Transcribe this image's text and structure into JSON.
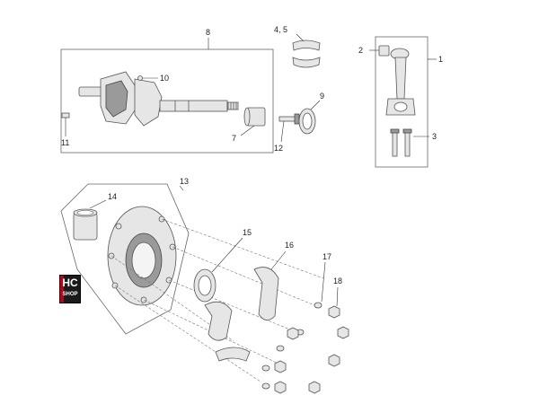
{
  "callouts": {
    "c1": "1",
    "c2": "2",
    "c3": "3",
    "c45": "4, 5",
    "c7": "7",
    "c8": "8",
    "c9": "9",
    "c10": "10",
    "c11": "11",
    "c12": "12",
    "c13": "13",
    "c14": "14",
    "c15": "15",
    "c16": "16",
    "c17": "17",
    "c18": "18"
  },
  "logo": {
    "top": "HC",
    "bottom": "SHOP"
  },
  "colors": {
    "line": "#444444",
    "fill": "#e6e6e6",
    "logo_bg": "#1a1a1a",
    "logo_accent": "#c0001a"
  }
}
